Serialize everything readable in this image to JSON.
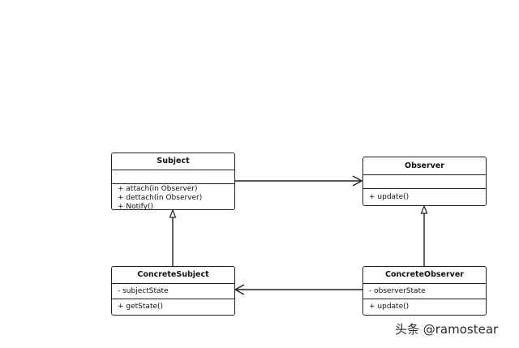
{
  "classes": {
    "subject": {
      "name": "Subject",
      "attributes": [],
      "operations": [
        "+ attach(in Observer)",
        "+ dettach(in Observer)",
        "+ Notify()"
      ]
    },
    "observer": {
      "name": "Observer",
      "attributes": [],
      "operations": [
        "+ update()"
      ]
    },
    "concrete_subject": {
      "name": "ConcreteSubject",
      "attributes": [
        "- subjectState"
      ],
      "operations": [
        "+ getState()"
      ]
    },
    "concrete_observer": {
      "name": "ConcreteObserver",
      "attributes": [
        "- observerState"
      ],
      "operations": [
        "+ update()"
      ]
    }
  },
  "relations": [
    {
      "from": "Subject",
      "to": "Observer",
      "kind": "association"
    },
    {
      "from": "ConcreteSubject",
      "to": "Subject",
      "kind": "generalization"
    },
    {
      "from": "ConcreteObserver",
      "to": "Observer",
      "kind": "generalization"
    },
    {
      "from": "ConcreteObserver",
      "to": "ConcreteSubject",
      "kind": "association"
    }
  ],
  "watermark": "头条 @ramostear",
  "colors": {
    "line": "#222222",
    "background": "#ffffff"
  }
}
